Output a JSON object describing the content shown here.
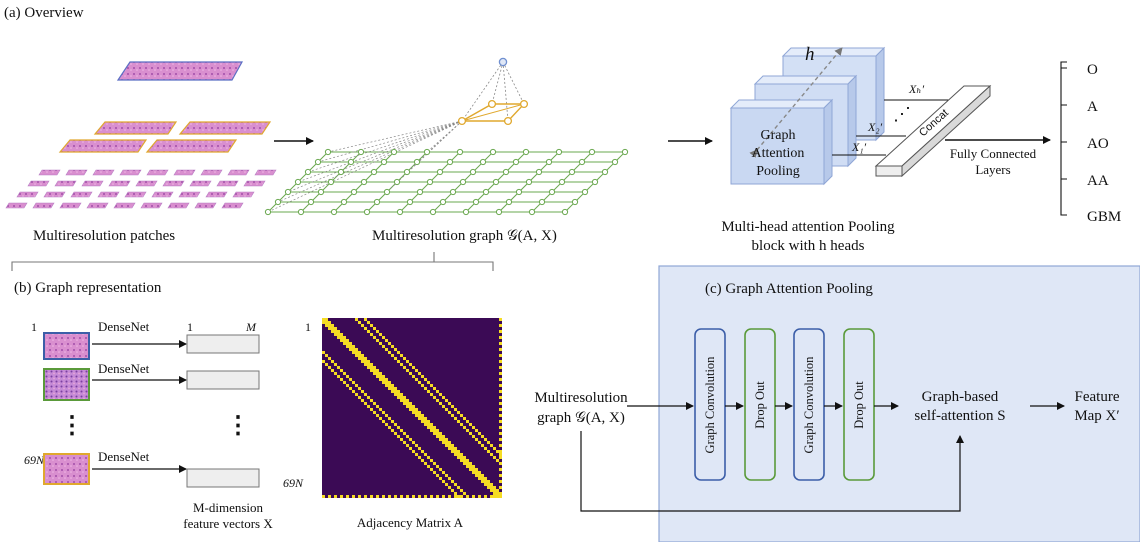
{
  "panel_a": {
    "title": "(a) Overview",
    "patches_caption": "Multiresolution patches",
    "graph_caption": "Multiresolution graph 𝒢(A, X)",
    "block_label_1": "Graph",
    "block_label_2": "Attention",
    "block_label_3": "Pooling",
    "heads_symbol": "h",
    "x1": "X₁′",
    "x2": "X₂′",
    "xh": "Xₕ′",
    "ellipsis": "⋰",
    "concat": "Concat",
    "fc_1": "Fully Connected",
    "fc_2": "Layers",
    "mhap_1": "Multi-head attention Pooling",
    "mhap_2": "block with h heads",
    "classes": [
      "O",
      "A",
      "AO",
      "AA",
      "GBM"
    ]
  },
  "panel_b": {
    "title": "(b) Graph representation",
    "row_labels": [
      "1",
      "69N"
    ],
    "col_start": "1",
    "col_end": "M",
    "densenet": "DenseNet",
    "vdots": "⋮",
    "fv_caption_1": "M-dimension",
    "fv_caption_2": "feature vectors X",
    "adj_row_top": "1",
    "adj_row_bottom": "69N",
    "adj_caption": "Adjacency Matrix A"
  },
  "panel_c": {
    "title": "(c) Graph Attention Pooling",
    "input_1": "Multiresolution",
    "input_2": "graph 𝒢(A, X)",
    "gc_label": "Graph Convolution",
    "dropout_label": "Drop Out",
    "sa_1": "Graph-based",
    "sa_2": "self-attention S",
    "out_1": "Feature",
    "out_2": "Map X′"
  },
  "colors": {
    "panel_fill": "#dfe7f6",
    "panel_border": "#8fa6d6",
    "block_fill": "#c9d8f2",
    "gc_border": "#3c5ea8",
    "dropout_border": "#5a9a3a",
    "graph_green": "#6aa84f",
    "graph_gold": "#e0a82e",
    "node_blue": "#6f8fd0",
    "matrix_bg": "#3b0a55",
    "matrix_fg": "#f5dc24"
  }
}
